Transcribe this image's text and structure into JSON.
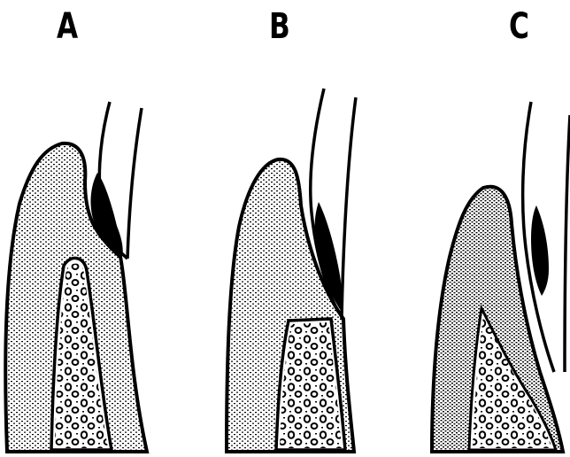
{
  "panels": [
    {
      "label": "A"
    },
    {
      "label": "B"
    },
    {
      "label": "C"
    }
  ],
  "colors": {
    "ink": "#000000",
    "paper": "#ffffff"
  }
}
